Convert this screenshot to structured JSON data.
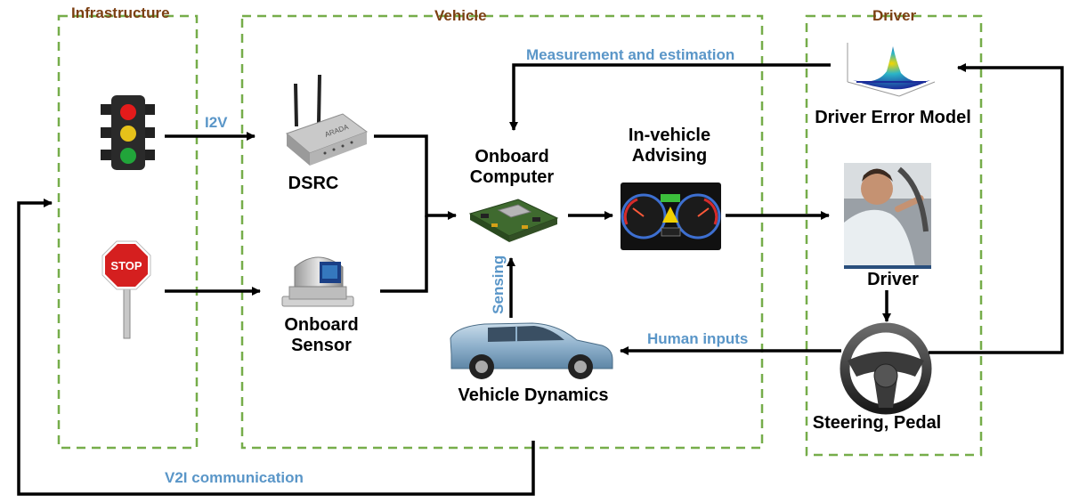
{
  "groups": {
    "infrastructure": "Infrastructure",
    "vehicle": "Vehicle",
    "driver": "Driver"
  },
  "nodes": {
    "dsrc": "DSRC",
    "onboard_sensor": "Onboard\nSensor",
    "onboard_computer": "Onboard\nComputer",
    "in_vehicle_advising": "In-vehicle\nAdvising",
    "vehicle_dynamics": "Vehicle Dynamics",
    "driver_error_model": "Driver Error Model",
    "driver": "Driver",
    "steering_pedal": "Steering, Pedal"
  },
  "edges": {
    "i2v": "I2V",
    "measurement": "Measurement and estimation",
    "sensing": "Sensing",
    "human_inputs": "Human inputs",
    "v2i": "V2I communication"
  },
  "images": {
    "stop_sign": "STOP",
    "router_brand": "ARADA"
  },
  "colors": {
    "group_border": "#76ad4a",
    "group_title": "#7b3f12",
    "edge_label": "#5a96c8",
    "arrow": "#000000"
  }
}
